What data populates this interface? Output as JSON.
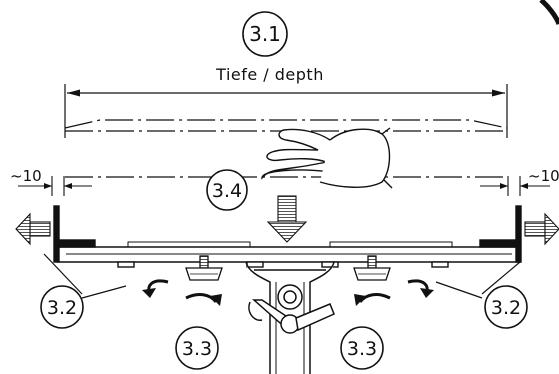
{
  "diagram": {
    "title_callout": "3.1",
    "dimension_label": "Tiefe / depth",
    "callouts": {
      "extend_left": "3.2",
      "extend_right": "3.2",
      "knob_left": "3.3",
      "knob_right": "3.3",
      "press_down": "3.4"
    },
    "side_offsets": {
      "left": "~10",
      "right": "~10"
    }
  },
  "colors": {
    "ink": "#111111",
    "paper": "#ffffff",
    "hatch": "#6b6b6b"
  }
}
